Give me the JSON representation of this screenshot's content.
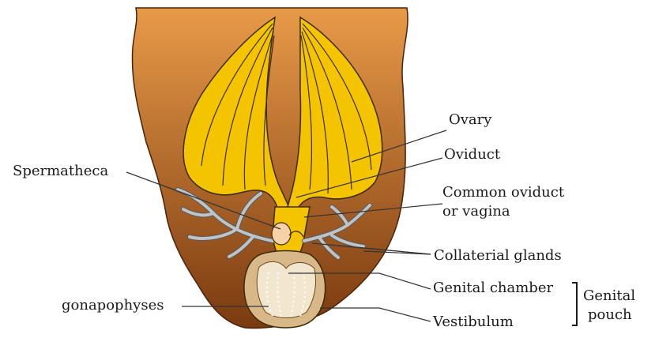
{
  "labels": {
    "ovary": "Ovary",
    "oviduct": "Oviduct",
    "spermatheca": "Spermatheca",
    "common_oviduct_line1": "Common oviduct",
    "common_oviduct_line2": "or vagina",
    "collaterial_glands": "Collaterial glands",
    "genital_chamber": "Genital chamber",
    "gonapophyses": "gonapophyses",
    "vestibulum": "Vestibulum",
    "genital_pouch_line1": "Genital",
    "genital_pouch_line2": "pouch"
  },
  "colors": {
    "abdomen_top": "#e89a48",
    "abdomen_bottom": "#7a3a10",
    "ovary_fill": "#f5c400",
    "ovary_stroke": "#3a2a00",
    "gland_fill": "#bfc3c6",
    "chamber_fill": "#d8b888",
    "spermatheca_fill": "#f7d2a8"
  }
}
